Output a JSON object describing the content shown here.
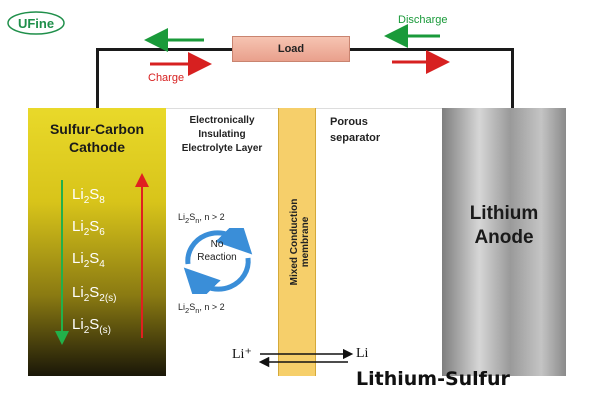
{
  "logo": {
    "text": "UFine",
    "color": "#1f8f4a"
  },
  "load": {
    "label": "Load"
  },
  "flow": {
    "charge_label": "Charge",
    "discharge_label": "Discharge",
    "charge_color": "#d72020",
    "discharge_color": "#1a9a3a"
  },
  "cathode": {
    "title_line1": "Sulfur-Carbon",
    "title_line2": "Cathode",
    "species": [
      {
        "base": "Li",
        "sub1": "2",
        "mid": "S",
        "sub2": "8"
      },
      {
        "base": "Li",
        "sub1": "2",
        "mid": "S",
        "sub2": "6"
      },
      {
        "base": "Li",
        "sub1": "2",
        "mid": "S",
        "sub2": "4"
      },
      {
        "base": "Li",
        "sub1": "2",
        "mid": "S",
        "sub2": "2(s)"
      },
      {
        "base": "Li",
        "sub1": "2",
        "mid": "S",
        "sub2": "(s)"
      }
    ]
  },
  "electrolyte": {
    "title_line1": "Electronically",
    "title_line2": "Insulating",
    "title_line3": "Electrolyte Layer",
    "lisn_top": "Li2Sn, n > 2",
    "lisn_bottom": "Li2Sn, n > 2",
    "no_reaction_line1": "No",
    "no_reaction_line2": "Reaction"
  },
  "membrane": {
    "label": "Mixed Conduction membrane"
  },
  "separator": {
    "title_line1": "Porous",
    "title_line2": "separator"
  },
  "anode": {
    "title_line1": "Lithium",
    "title_line2": "Anode"
  },
  "ions": {
    "left": "Li⁺",
    "right": "Li"
  },
  "caption": "Lithium-Sulfur"
}
